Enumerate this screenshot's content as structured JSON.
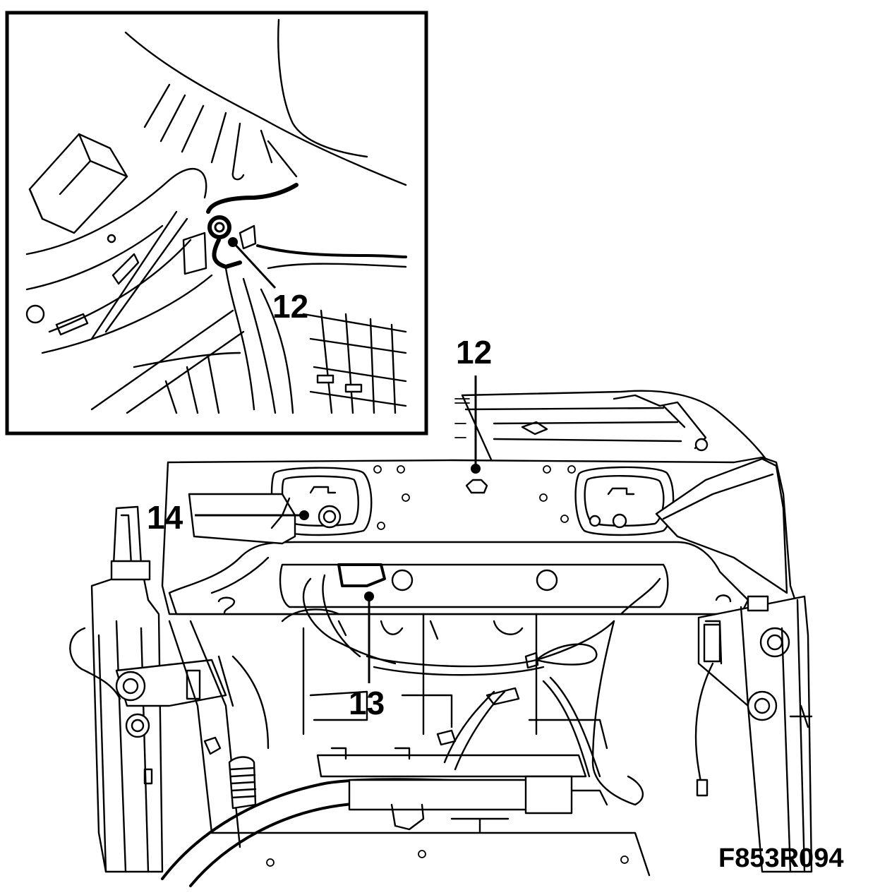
{
  "figure": {
    "id_label": "F853R094"
  },
  "callouts": {
    "inset_12": "12",
    "main_12": "12",
    "main_13": "13",
    "main_14": "14"
  }
}
